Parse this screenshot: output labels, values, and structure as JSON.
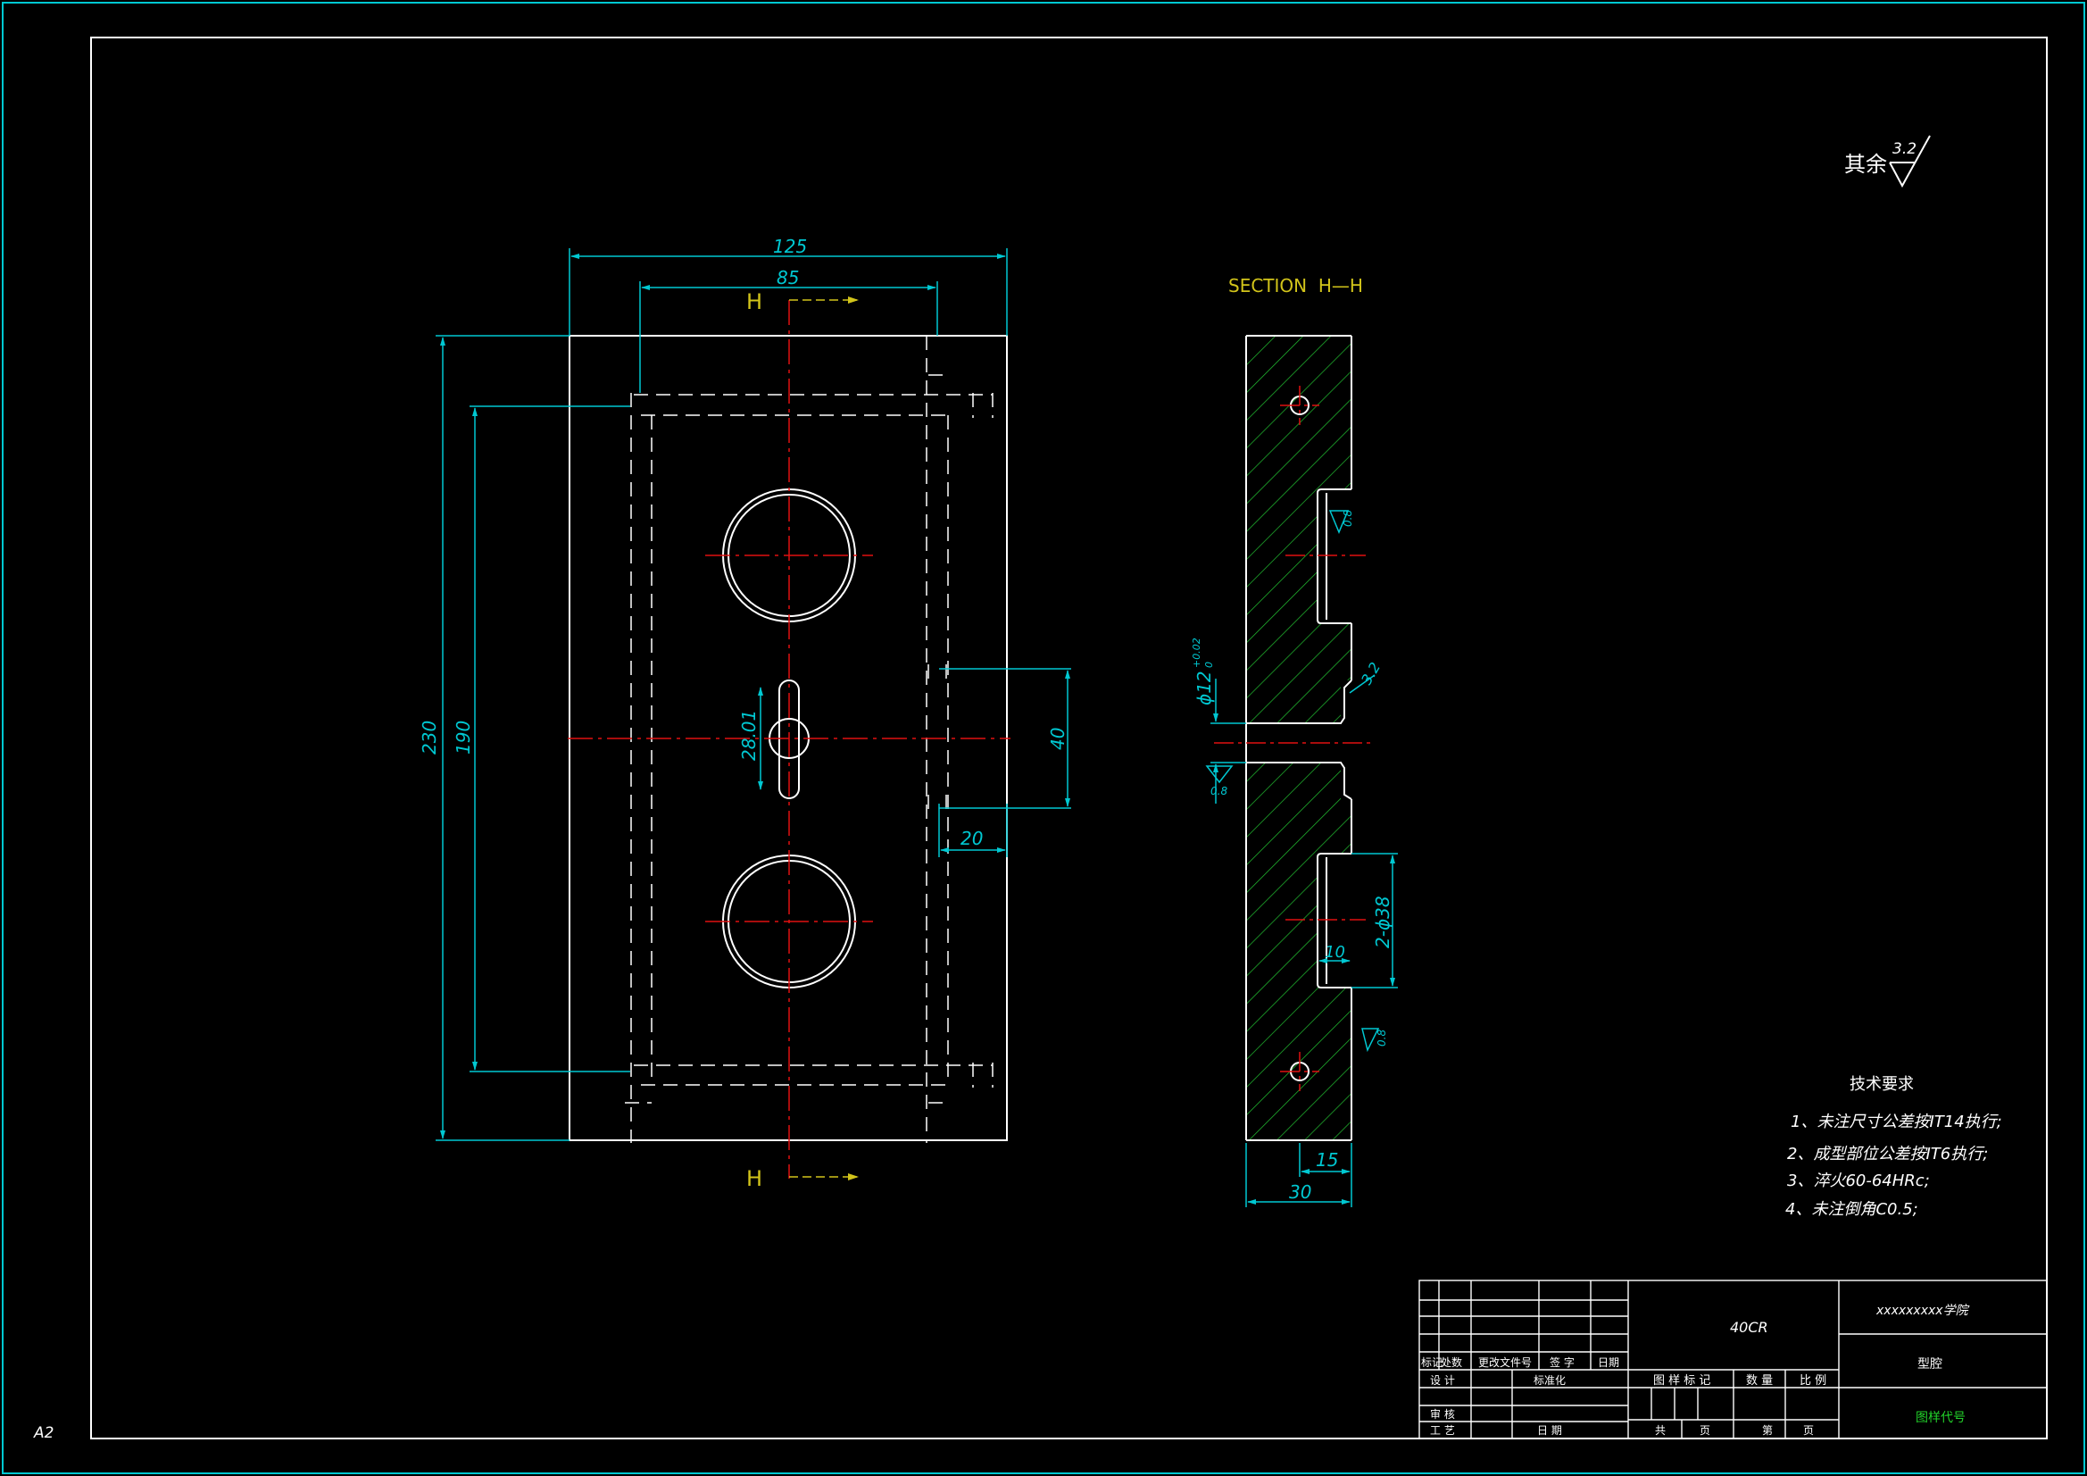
{
  "sheet": {
    "size_label": "A2"
  },
  "roughness": {
    "prefix": "其余",
    "value": "3.2"
  },
  "front_view": {
    "dims": {
      "width_overall": "125",
      "width_inner": "85",
      "height_overall": "230",
      "height_inner": "190",
      "center_hole": "28.01",
      "offset_40": "40",
      "offset_20": "20"
    },
    "section_marks": [
      "H",
      "H"
    ]
  },
  "section_view": {
    "title": "SECTION  H—H",
    "dims": {
      "thickness": "30",
      "depth_15": "15",
      "depth_10": "10",
      "bore": "2-ϕ38",
      "pin": "ϕ12",
      "pin_tol_upper": "+0.02",
      "pin_tol_lower": "0",
      "chamfer": "3.2"
    },
    "roughness_marks": [
      "0.8",
      "0.8",
      "0.8"
    ]
  },
  "tech_requirements": {
    "title": "技术要求",
    "items": [
      "1、未注尺寸公差按IT14执行;",
      "2、成型部位公差按IT6执行;",
      "3、淬火60-64HRc;",
      "4、未注倒角C0.5;"
    ]
  },
  "title_block": {
    "material": "40CR",
    "school": "xxxxxxxxx学院",
    "part_name": "型腔",
    "drawing_no": "图样代号",
    "rev_headers": [
      "标记",
      "处数",
      "更改文件号",
      "签 字",
      "日期"
    ],
    "roles": {
      "design": "设 计",
      "standard": "标准化",
      "review": "审 核",
      "process": "工 艺",
      "date": "日 期"
    },
    "stage_headers": [
      "图 样 标 记",
      "数 量",
      "比 例"
    ],
    "sheet_info": [
      "共",
      "页",
      "第",
      "页"
    ]
  },
  "colors": {
    "outline": "#ffffff",
    "dimension": "#00c8d2",
    "centerline": "#e01010",
    "label": "#d2c41a",
    "hatch": "#22c232",
    "green_text": "#22d22a"
  }
}
